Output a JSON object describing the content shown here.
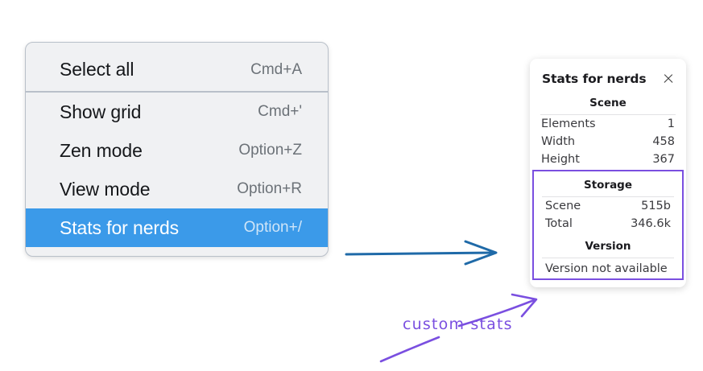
{
  "context_menu": {
    "groups": [
      {
        "items": [
          {
            "label": "Select all",
            "shortcut": "Cmd+A",
            "selected": false
          }
        ]
      },
      {
        "items": [
          {
            "label": "Show grid",
            "shortcut": "Cmd+'",
            "selected": false
          },
          {
            "label": "Zen mode",
            "shortcut": "Option+Z",
            "selected": false
          },
          {
            "label": "View mode",
            "shortcut": "Option+R",
            "selected": false
          },
          {
            "label": "Stats for nerds",
            "shortcut": "Option+/",
            "selected": true
          }
        ]
      }
    ],
    "highlight_color": "#3b9ae9"
  },
  "stats_panel": {
    "title": "Stats for nerds",
    "close_icon": "close-icon",
    "scene": {
      "section_label": "Scene",
      "rows": [
        {
          "key": "Elements",
          "value": "1"
        },
        {
          "key": "Width",
          "value": "458"
        },
        {
          "key": "Height",
          "value": "367"
        }
      ]
    },
    "storage": {
      "section_label": "Storage",
      "rows": [
        {
          "key": "Scene",
          "value": "515b"
        },
        {
          "key": "Total",
          "value": "346.6k"
        }
      ]
    },
    "version": {
      "section_label": "Version",
      "note": "Version not available"
    },
    "highlight_border_color": "#7a4fe0"
  },
  "annotations": {
    "handwritten_label": "custom stats",
    "handwritten_color": "#7a4fe0",
    "blue_arrow_color": "#1f6aa8"
  }
}
